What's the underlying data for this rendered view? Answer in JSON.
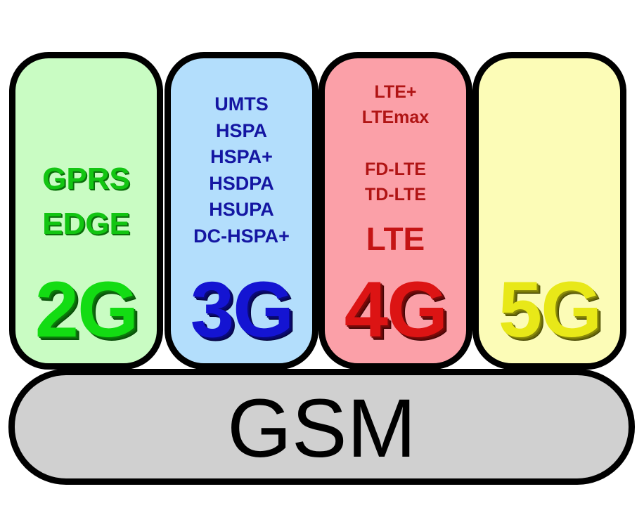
{
  "generations": {
    "g2": {
      "label": "2G",
      "technologies": [
        "GPRS",
        "EDGE"
      ],
      "color": "#13dc13",
      "background": "#c9fcc3"
    },
    "g3": {
      "label": "3G",
      "technologies": [
        "UMTS",
        "HSPA",
        "HSPA+",
        "HSDPA",
        "HSUPA",
        "DC-HSPA+"
      ],
      "color": "#1414d2",
      "background": "#b3defc"
    },
    "g4": {
      "label": "4G",
      "technologies_top": [
        "LTE+",
        "LTEmax"
      ],
      "technologies_mid": [
        "FD-LTE",
        "TD-LTE"
      ],
      "technologies_main": "LTE",
      "color": "#dc1414",
      "background": "#fba0a8"
    },
    "g5": {
      "label": "5G",
      "color": "#e8e818",
      "background": "#fcfcb7"
    }
  },
  "base": {
    "label": "GSM",
    "background": "#d0d0d0"
  }
}
